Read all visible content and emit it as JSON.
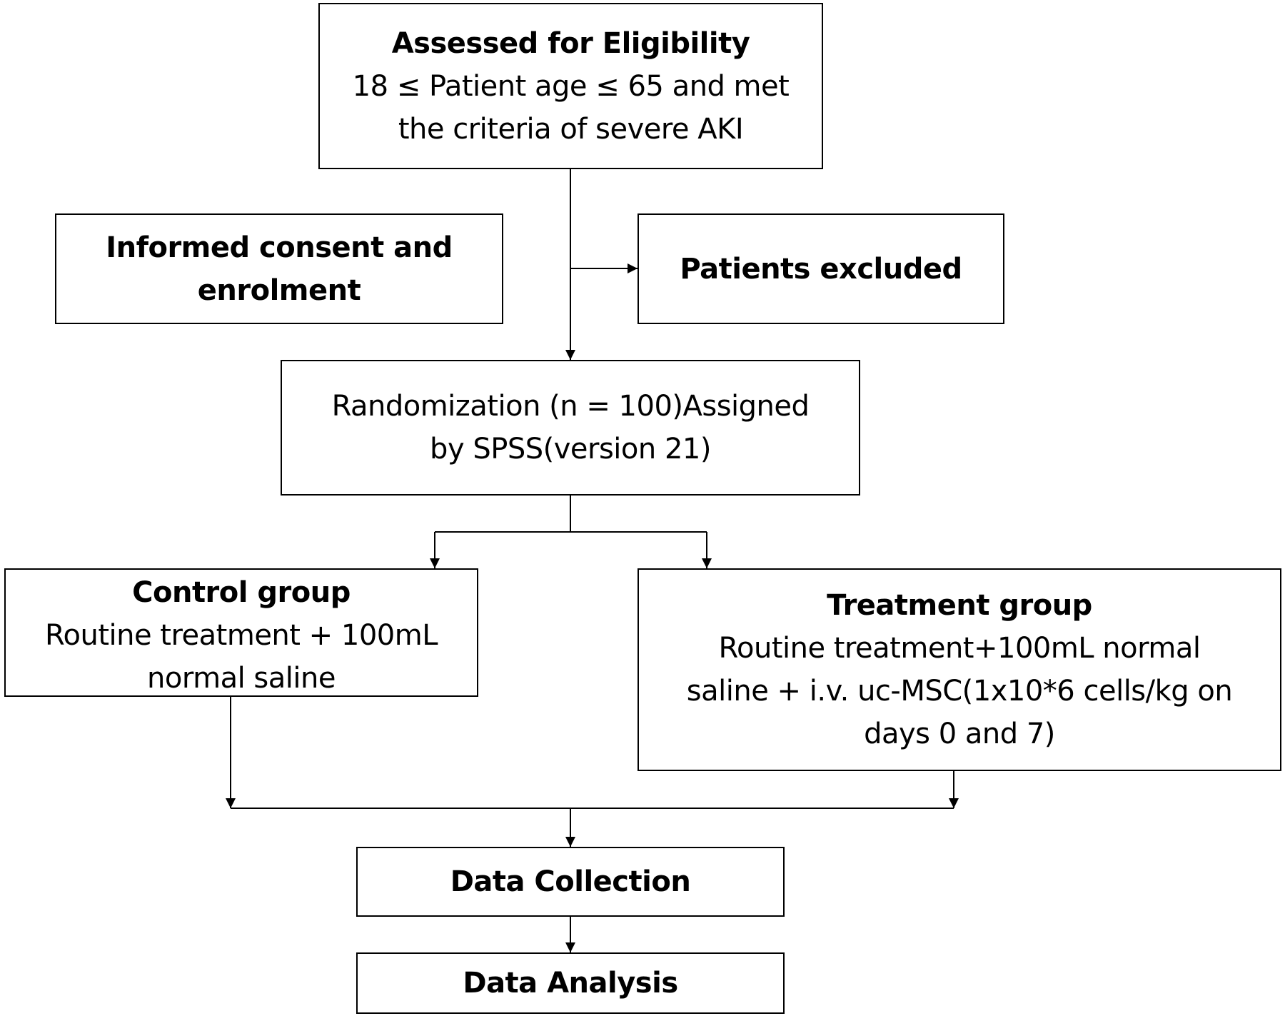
{
  "nodes": {
    "eligibility": {
      "title": "Assessed for Eligibility",
      "line1": "18 ≤ Patient age ≤ 65 and met",
      "line2": "the criteria of severe AKI"
    },
    "consent": {
      "line1": "Informed consent and",
      "line2": "enrolment"
    },
    "excluded": {
      "title": "Patients excluded"
    },
    "randomization": {
      "line1": "Randomization (n = 100)Assigned",
      "line2": "by SPSS(version 21)"
    },
    "control": {
      "title": "Control group",
      "line1": "Routine treatment + 100mL",
      "line2": "normal saline"
    },
    "treatment": {
      "title": "Treatment group",
      "line1": "Routine treatment+100mL normal",
      "line2": "saline + i.v. uc-MSC(1x10*6 cells/kg on",
      "line3": "days 0 and 7)"
    },
    "collection": {
      "title": "Data Collection"
    },
    "analysis": {
      "title": "Data Analysis"
    }
  },
  "edges": [
    {
      "from": "eligibility",
      "to": "randomization"
    },
    {
      "from": "eligibility",
      "to": "excluded"
    },
    {
      "from": "randomization",
      "to": "control"
    },
    {
      "from": "randomization",
      "to": "treatment"
    },
    {
      "from": "control",
      "to": "collection"
    },
    {
      "from": "treatment",
      "to": "collection"
    },
    {
      "from": "collection",
      "to": "analysis"
    }
  ]
}
